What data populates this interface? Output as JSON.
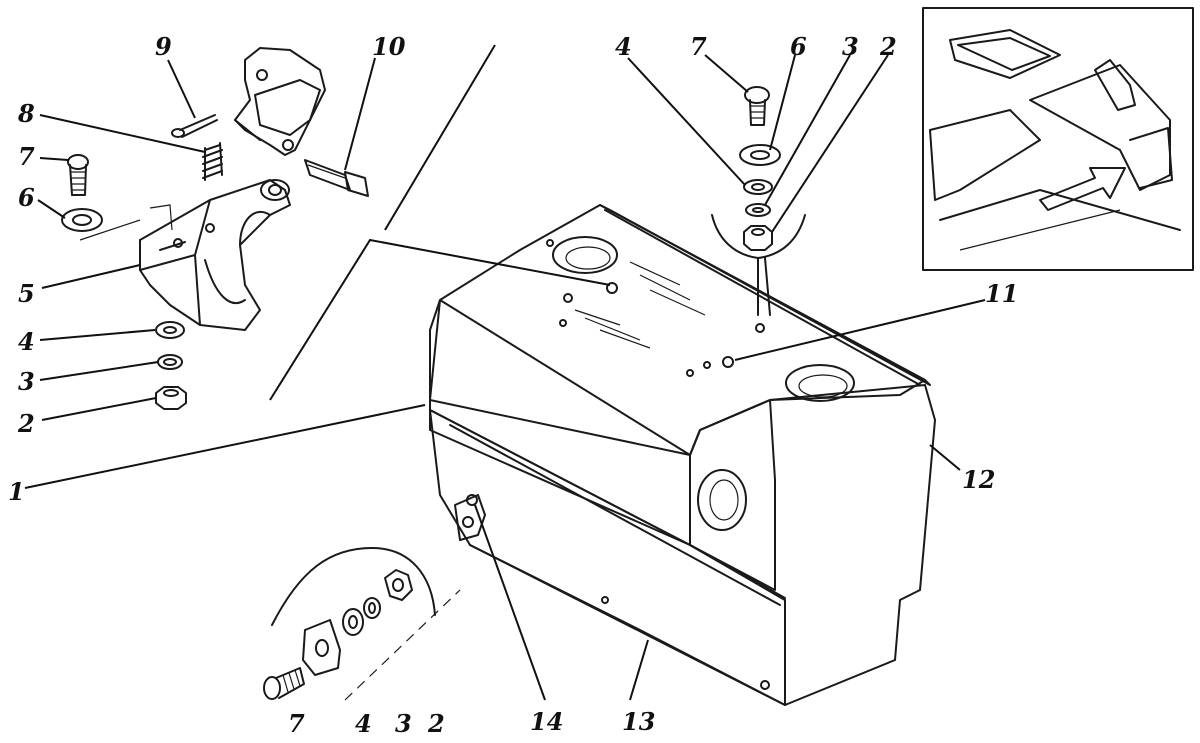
{
  "callouts": [
    {
      "id": "c1",
      "text": "1"
    },
    {
      "id": "c2a",
      "text": "2"
    },
    {
      "id": "c3a",
      "text": "3"
    },
    {
      "id": "c4a",
      "text": "4"
    },
    {
      "id": "c5",
      "text": "5"
    },
    {
      "id": "c6a",
      "text": "6"
    },
    {
      "id": "c7a",
      "text": "7"
    },
    {
      "id": "c8",
      "text": "8"
    },
    {
      "id": "c9",
      "text": "9"
    },
    {
      "id": "c10",
      "text": "10"
    },
    {
      "id": "c4b",
      "text": "4"
    },
    {
      "id": "c7b",
      "text": "7"
    },
    {
      "id": "c6b",
      "text": "6"
    },
    {
      "id": "c3b",
      "text": "3"
    },
    {
      "id": "c2b",
      "text": "2"
    },
    {
      "id": "c11",
      "text": "11"
    },
    {
      "id": "c12",
      "text": "12"
    },
    {
      "id": "c13",
      "text": "13"
    },
    {
      "id": "c14",
      "text": "14"
    },
    {
      "id": "c7c",
      "text": "7"
    },
    {
      "id": "c4c",
      "text": "4"
    },
    {
      "id": "c3c",
      "text": "3"
    },
    {
      "id": "c2c",
      "text": "2"
    }
  ]
}
